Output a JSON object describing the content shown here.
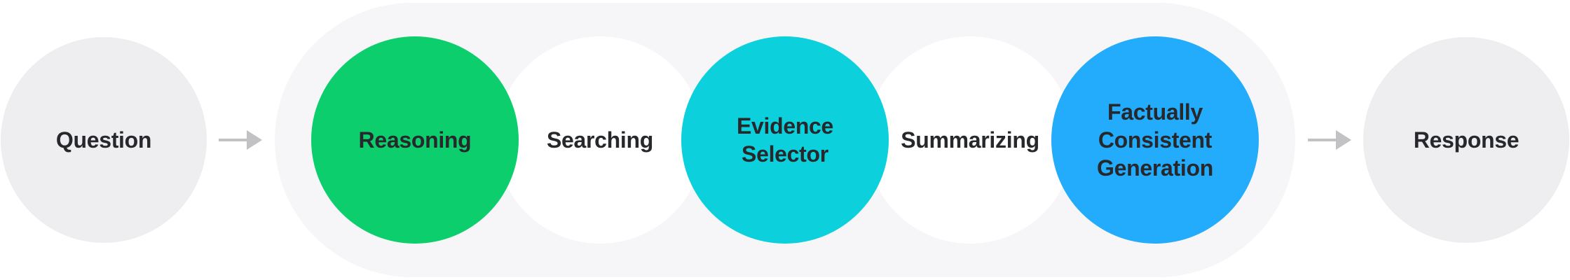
{
  "flow": {
    "input": {
      "label": "Question",
      "color": "#EEEEF0"
    },
    "output": {
      "label": "Response",
      "color": "#EEEEF0"
    },
    "arrow_color": "#C2C2C4",
    "text_color": "#26282C",
    "pipeline": {
      "container_color": "#F6F6F8",
      "steps": [
        {
          "label": "Reasoning",
          "color": "#0DCE6D"
        },
        {
          "label": "Searching",
          "color": "#FFFFFF"
        },
        {
          "label": "Evidence Selector",
          "color": "#0CD0DB"
        },
        {
          "label": "Summarizing",
          "color": "#FFFFFF"
        },
        {
          "label": "Factually Consistent Generation",
          "color": "#23ABFC"
        }
      ]
    }
  }
}
